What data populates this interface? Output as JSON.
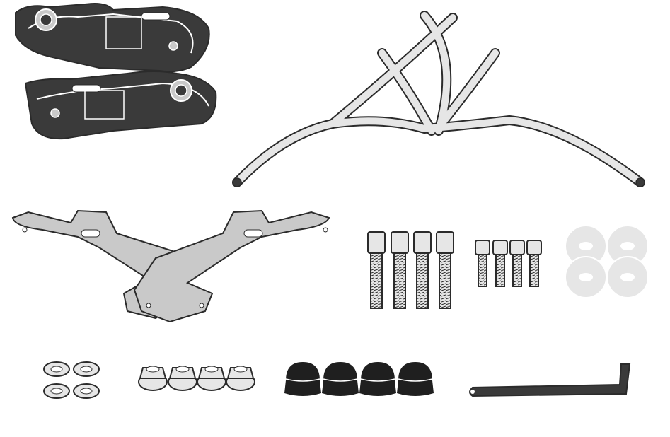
{
  "colors": {
    "background": "#ffffff",
    "outline": "#2b2b2b",
    "dark_fill": "#3a3a3a",
    "grey_fill": "#c9c9c9",
    "light_fill": "#e6e6e6",
    "white_fill": "#ffffff",
    "cap_fill": "#1f1f1f"
  },
  "parts": {
    "side_plates": {
      "count": 2
    },
    "upper_frame": {
      "count": 1
    },
    "x_brackets": {
      "count": 2
    },
    "long_bolts": {
      "count": 4
    },
    "short_bolts": {
      "count": 4
    },
    "flat_washers": {
      "count": 4
    },
    "spring_washers": {
      "count": 4
    },
    "flange_nuts": {
      "count": 4
    },
    "nut_caps": {
      "count": 4
    },
    "hex_key": {
      "count": 1
    }
  }
}
